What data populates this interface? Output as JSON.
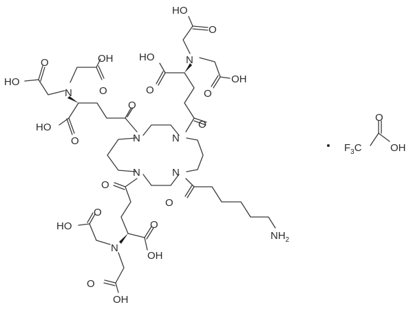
{
  "diagram": {
    "type": "chemical-structure",
    "description": "Macrocyclic cyclam core with three glutamate-derived NTA-type arms and one 6-aminohexanoyl arm, as trifluoroacetate salt",
    "background": "#ffffff",
    "line_color": "#3a3a3a",
    "labels": {
      "n_ring_tl": "N",
      "n_ring_tr": "N",
      "n_ring_bl": "N",
      "n_ring_br": "N",
      "n_arm_left": "N",
      "n_arm_top": "N",
      "n_arm_bottom": "N",
      "o_amide_left": "O",
      "o_amide_top": "O",
      "o_amide_bl": "O",
      "o_amide_br": "O",
      "left_ho_1": "HO",
      "left_o_1": "O",
      "left_oh_2": "OH",
      "left_o_2": "O",
      "left_ho_3": "HO",
      "left_o_3": "O",
      "top_ho_1": "HO",
      "top_o_1": "O",
      "top_ho_2": "HO",
      "top_o_2": "O",
      "top_oh_3": "OH",
      "top_o_3": "O",
      "bot_ho_1": "HO",
      "bot_o_1": "O",
      "bot_o_2": "O",
      "bot_oh_2": "OH",
      "bot_o_3": "O",
      "bot_oh_3": "OH",
      "amine": "NH",
      "amine_sub": "2",
      "salt_separator": "·",
      "tfa_f": "F",
      "tfa_f_sub": "3",
      "tfa_c": "C",
      "tfa_o": "O",
      "tfa_oh": "OH"
    }
  }
}
